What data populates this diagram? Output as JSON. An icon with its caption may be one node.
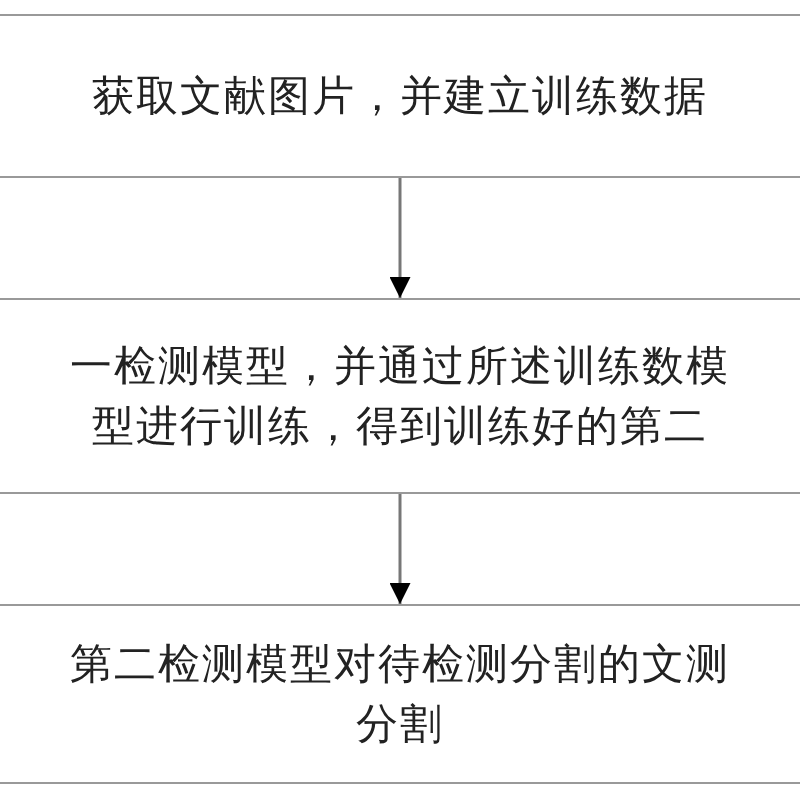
{
  "diagram": {
    "nodes": [
      {
        "text": [
          "获取文献图片，并建立训练数据"
        ]
      },
      {
        "text": [
          "一检测模型，并通过所述训练数模型进行训练，得到训练好的第二"
        ]
      },
      {
        "text": [
          "第二检测模型对待检测分割的文测分割"
        ]
      }
    ],
    "edges": [
      {
        "from": 0,
        "to": 1,
        "arrow": "to"
      },
      {
        "from": 1,
        "to": 2,
        "arrow": "to"
      }
    ]
  }
}
